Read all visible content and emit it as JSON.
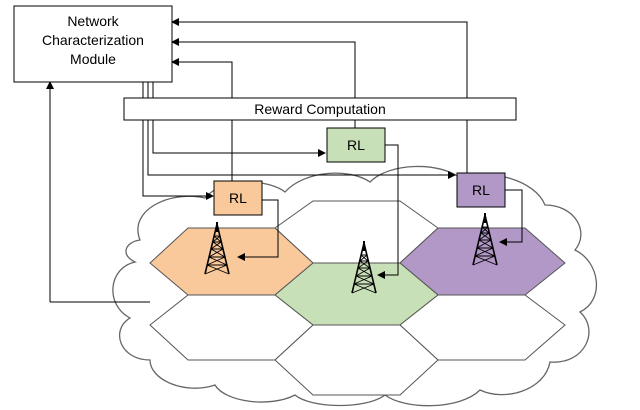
{
  "module": {
    "line1": "Network",
    "line2": "Characterization",
    "line3": "Module"
  },
  "reward": {
    "label": "Reward Computation"
  },
  "agents": [
    {
      "label": "RL",
      "color": "#f9c89b"
    },
    {
      "label": "RL",
      "color": "#c8e0b8"
    },
    {
      "label": "RL",
      "color": "#b198c7"
    }
  ],
  "cells": {
    "orange": "#f9c89b",
    "green": "#c8e0b8",
    "purple": "#b198c7",
    "white": "#ffffff"
  },
  "icons": [
    "cell-tower-icon",
    "cell-tower-icon",
    "cell-tower-icon"
  ]
}
